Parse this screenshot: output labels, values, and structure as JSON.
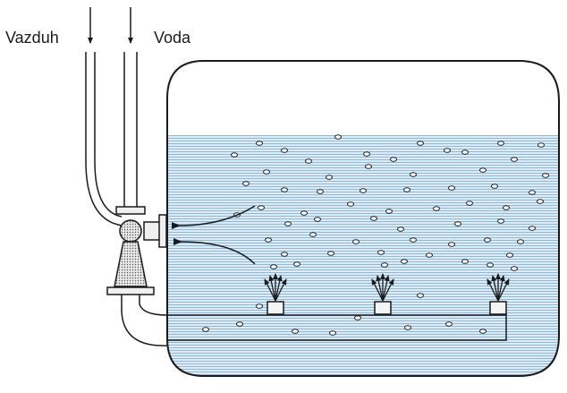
{
  "labels": {
    "air": "Vazduh",
    "water": "Voda"
  },
  "colors": {
    "water_fill": "#dcebf6",
    "water_line": "#8fb7d6",
    "outline": "#1a1a1a",
    "bubble": "#ffffff"
  },
  "components": {
    "tank": "tank-vessel",
    "inlet_pipes": "air-and-water-inlet-pipes",
    "mixer": "aeration-mixer-nozzle",
    "distribution_pipe": "bottom-distribution-pipe",
    "diffusers": "diffuser-nozzles",
    "flow_arrows": "water-circulation-arrows"
  }
}
